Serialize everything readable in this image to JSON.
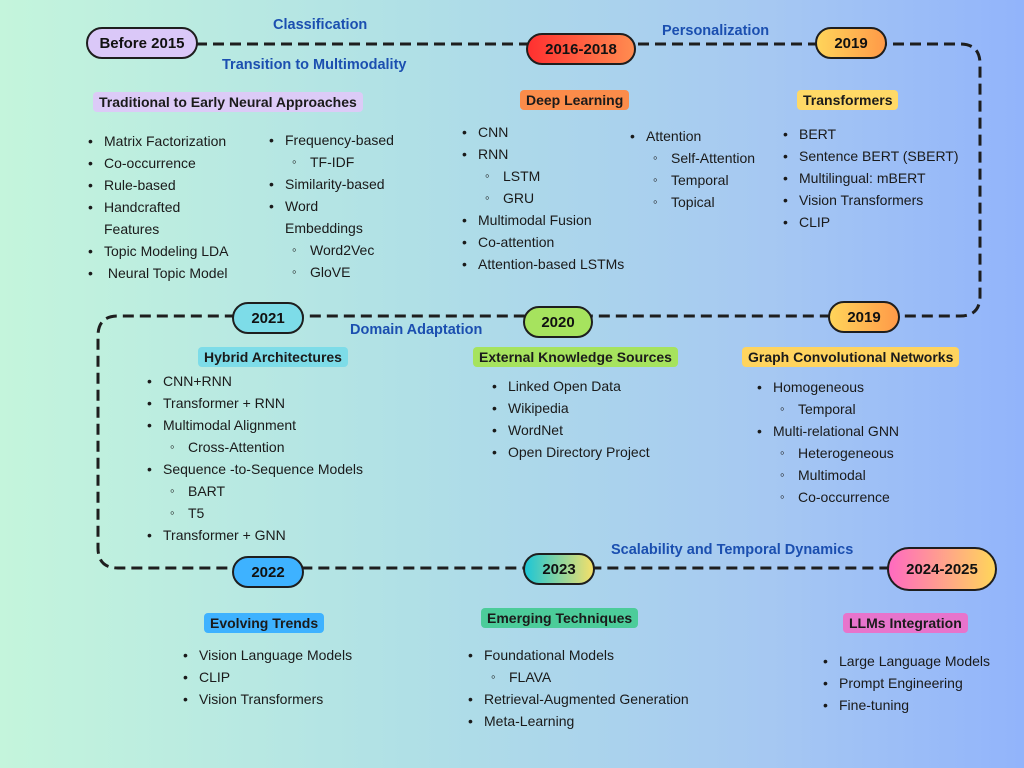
{
  "nodes": {
    "before_2015": "Before 2015",
    "y2016_2018": "2016-2018",
    "y2019_top": "2019",
    "y2019_mid": "2019",
    "y2020": "2020",
    "y2021": "2021",
    "y2022": "2022",
    "y2023": "2023",
    "y2024_2025": "2024-2025"
  },
  "phases": {
    "classification": "Classification",
    "transition": "Transition to Multimodality",
    "personalization": "Personalization",
    "domain_adaptation": "Domain Adaptation",
    "scalability": "Scalability and Temporal Dynamics"
  },
  "sections": {
    "traditional": {
      "title": "Traditional to Early Neural Approaches",
      "col1": [
        "Matrix Factorization",
        "Co-occurrence",
        "Rule-based",
        "Handcrafted Features",
        "Topic Modeling LDA",
        " Neural Topic Model"
      ],
      "col2": [
        {
          "text": "Frequency-based",
          "level": 1
        },
        {
          "text": "TF-IDF",
          "level": 2
        },
        {
          "text": "Similarity-based",
          "level": 1
        },
        {
          "text": "Word Embeddings",
          "level": 1
        },
        {
          "text": "Word2Vec",
          "level": 2
        },
        {
          "text": "GloVE",
          "level": 2
        }
      ]
    },
    "deep_learning": {
      "title": "Deep Learning",
      "col1": [
        {
          "text": "CNN",
          "level": 1
        },
        {
          "text": "RNN",
          "level": 1
        },
        {
          "text": "LSTM",
          "level": 2
        },
        {
          "text": "GRU",
          "level": 2
        },
        {
          "text": "Multimodal Fusion",
          "level": 1
        },
        {
          "text": "Co-attention",
          "level": 1
        },
        {
          "text": "Attention-based LSTMs",
          "level": 1
        }
      ],
      "col2": [
        {
          "text": "Attention",
          "level": 1
        },
        {
          "text": "Self-Attention",
          "level": 2
        },
        {
          "text": "Temporal",
          "level": 2
        },
        {
          "text": "Topical",
          "level": 2
        }
      ]
    },
    "transformers": {
      "title": "Transformers",
      "items": [
        "BERT",
        "Sentence BERT (SBERT)",
        "Multilingual: mBERT",
        "Vision Transformers",
        "CLIP"
      ]
    },
    "hybrid": {
      "title": "Hybrid Architectures",
      "items": [
        {
          "text": "CNN+RNN",
          "level": 1
        },
        {
          "text": "Transformer + RNN",
          "level": 1
        },
        {
          "text": "Multimodal Alignment",
          "level": 1
        },
        {
          "text": "Cross-Attention",
          "level": 2
        },
        {
          "text": "Sequence -to-Sequence Models",
          "level": 1
        },
        {
          "text": "BART",
          "level": 2
        },
        {
          "text": "T5",
          "level": 2
        },
        {
          "text": "Transformer + GNN",
          "level": 1
        }
      ]
    },
    "external": {
      "title": "External Knowledge Sources",
      "items": [
        "Linked Open Data",
        "Wikipedia",
        "WordNet",
        "Open Directory Project"
      ]
    },
    "gcn": {
      "title": "Graph Convolutional Networks",
      "items": [
        {
          "text": "Homogeneous",
          "level": 1
        },
        {
          "text": "Temporal",
          "level": 2
        },
        {
          "text": "Multi-relational GNN",
          "level": 1
        },
        {
          "text": "Heterogeneous",
          "level": 2
        },
        {
          "text": "Multimodal",
          "level": 2
        },
        {
          "text": "Co-occurrence",
          "level": 2
        }
      ]
    },
    "evolving": {
      "title": "Evolving Trends",
      "items": [
        "Vision Language Models",
        "CLIP",
        "Vision Transformers"
      ]
    },
    "emerging": {
      "title": "Emerging Techniques",
      "items": [
        {
          "text": "Foundational Models",
          "level": 1
        },
        {
          "text": "FLAVA",
          "level": 2
        },
        {
          "text": "Retrieval-Augmented Generation",
          "level": 1
        },
        {
          "text": "Meta-Learning",
          "level": 1
        }
      ]
    },
    "llms": {
      "title": "LLMs Integration",
      "items": [
        "Large Language Models",
        "Prompt Engineering",
        "Fine-tuning"
      ]
    }
  },
  "colors": {
    "phase_text": "#1b4fb0",
    "tag_traditional": "#dccbf7",
    "tag_deep_learning": "#fb8c4a",
    "tag_transformers": "#ffd966",
    "tag_hybrid": "#7ddce8",
    "tag_external": "#a6e35e",
    "tag_gcn": "#ffd45e",
    "tag_evolving": "#3eb2ff",
    "tag_emerging": "#4ccc9a",
    "tag_llms": "#e774cc"
  }
}
